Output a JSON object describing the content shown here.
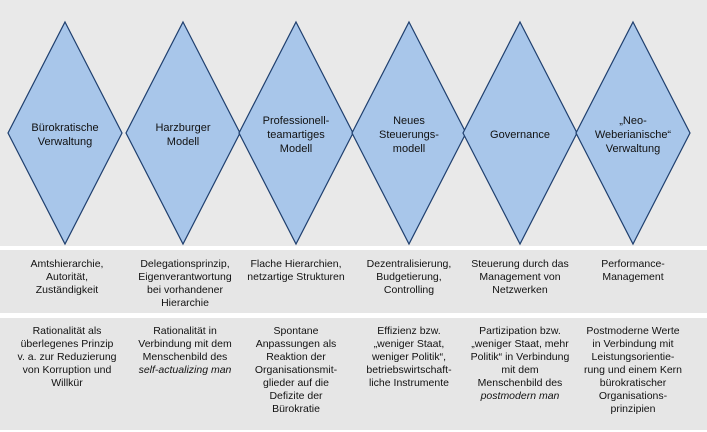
{
  "diamonds": [
    {
      "label": "Bürokratische Verwaltung"
    },
    {
      "label": "Harzburger Modell"
    },
    {
      "label": "Professionell-teamartiges Modell"
    },
    {
      "label": "Neues Steuerungs-modell"
    },
    {
      "label": "Governance"
    },
    {
      "label": "„Neo-Weberianische“ Verwaltung"
    }
  ],
  "features": [
    "Amtshierarchie, Autorität, Zuständigkeit",
    "Delegationsprinzip, Eigenverantwortung bei vorhandener Hierarchie",
    "Flache Hierarchien, netzartige Strukturen",
    "Dezentralisierung, Budgetierung, Controlling",
    "Steuerung durch das Management von Netzwerken",
    "Performance-Management"
  ],
  "rationales": [
    {
      "text": "Rationalität als überlegenes Prinzip v. a. zur Reduzierung von Korruption und Willkür",
      "italic": ""
    },
    {
      "text": "Rationalität in Verbindung mit dem Menschenbild des",
      "italic": "self-actualizing man"
    },
    {
      "text": "Spontane Anpassungen als Reaktion der Organisationsmit-glieder auf die Defizite der Bürokratie",
      "italic": ""
    },
    {
      "text": "Effizienz bzw. „weniger Staat, weniger Politik“, betriebswirtschaft-liche Instrumente",
      "italic": ""
    },
    {
      "text": "Partizipation bzw. „weniger Staat, mehr Politik“ in Verbindung mit dem Menschenbild des",
      "italic": "postmodern man"
    },
    {
      "text": "Postmoderne Werte in Verbindung mit Leistungsorientie-rung und einem Kern bürokratischer Organisations-prinzipien",
      "italic": ""
    }
  ],
  "colors": {
    "diamond_fill": "#a8c6ea",
    "diamond_stroke": "#1f3f6e",
    "band": "#e7e7e7"
  }
}
